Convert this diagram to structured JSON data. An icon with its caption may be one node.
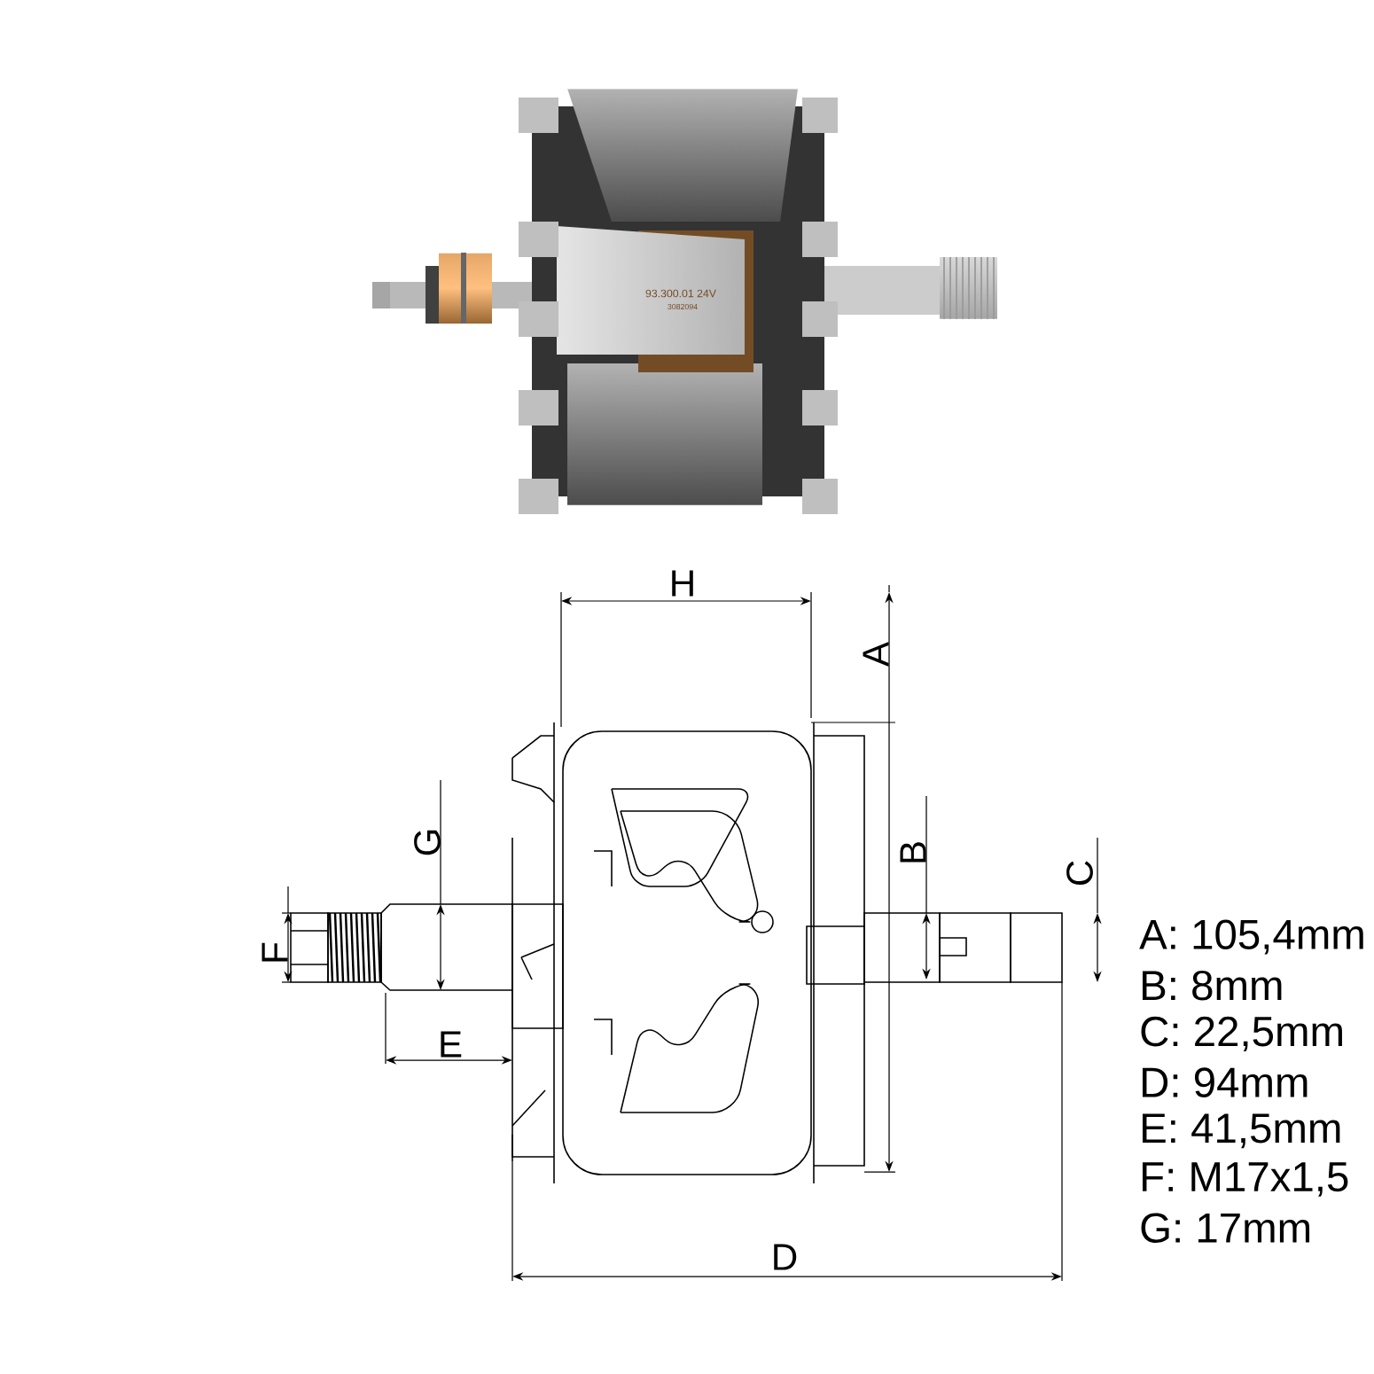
{
  "diagram": {
    "labels": [
      "93.300.01 24V",
      "3082094",
      "H",
      "A",
      "G",
      "B",
      "C",
      "F",
      "E",
      "D",
      "A: 105,4mm",
      "B: 8mm",
      "C: 22,5mm",
      "D: 94mm",
      "E: 41,5mm",
      "F: M17x1,5",
      "G: 17mm"
    ]
  }
}
